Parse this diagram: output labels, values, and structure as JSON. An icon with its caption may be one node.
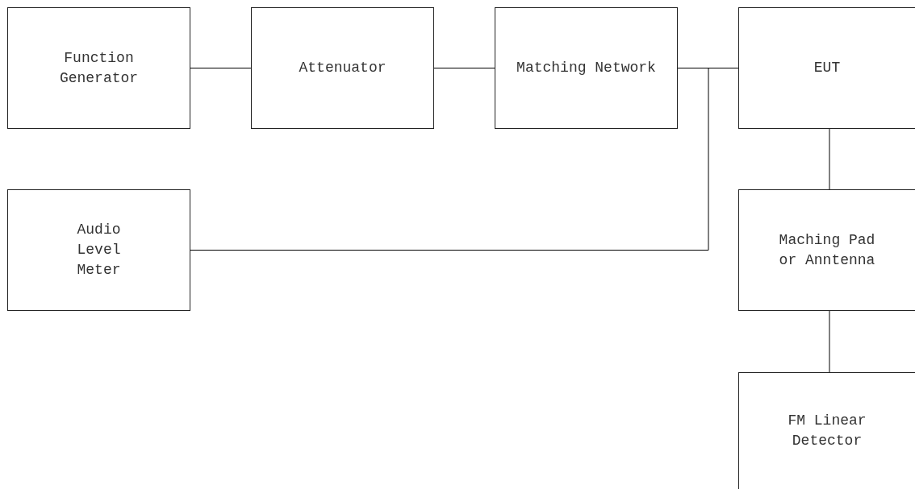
{
  "diagram": {
    "nodes": [
      {
        "text": [
          "Function Generator"
        ]
      },
      {
        "text": [
          "Attenuator"
        ]
      },
      {
        "text": [
          "Matching Network"
        ]
      },
      {
        "text": [
          "EUT"
        ]
      },
      {
        "text": [
          "Audio Level Meter"
        ]
      },
      {
        "text": [
          "Maching Pad or Anntenna"
        ]
      },
      {
        "text": [
          "FM Linear Detector"
        ]
      }
    ],
    "edges": [
      {
        "from": 0,
        "to": 1,
        "arrow": "none"
      },
      {
        "from": 1,
        "to": 2,
        "arrow": "none"
      },
      {
        "from": 2,
        "to": 3,
        "arrow": "none"
      },
      {
        "from": 4,
        "to": 3,
        "arrow": "none"
      },
      {
        "from": 3,
        "to": 5,
        "arrow": "none"
      },
      {
        "from": 5,
        "to": 6,
        "arrow": "none"
      }
    ]
  }
}
